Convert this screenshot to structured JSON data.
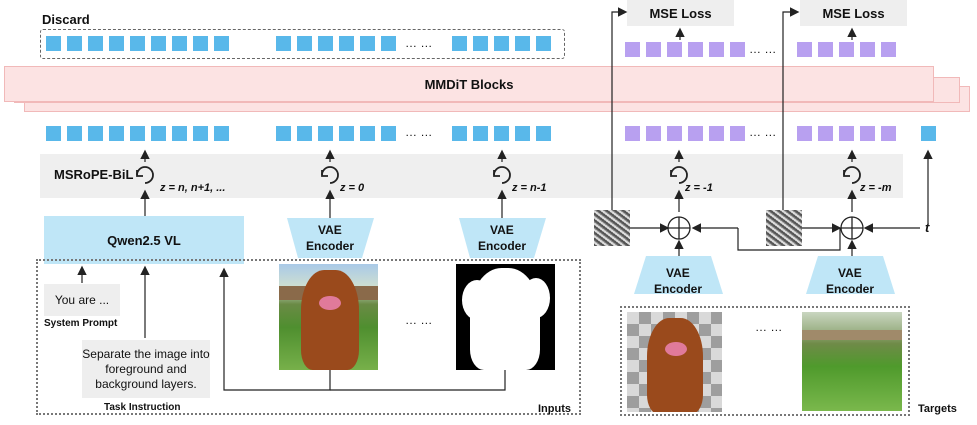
{
  "title_discard": "Discard",
  "mmdit_label": "MMDiT Blocks",
  "msrope_label": "MSRoPE-BiL",
  "mse_loss_1": "MSE Loss",
  "mse_loss_2": "MSE Loss",
  "ellipsis": "… …",
  "z_labels": [
    "z = n, n+1, ...",
    "z = 0",
    "z = n-1",
    "z = -1",
    "z = -m"
  ],
  "qwen_label": "Qwen2.5 VL",
  "vae_label_line1": "VAE",
  "vae_label_line2": "Encoder",
  "system_prompt_text": "You are ...",
  "system_prompt_caption": "System Prompt",
  "task_text": "Separate the image into foreground and background layers.",
  "task_caption": "Task Instruction",
  "inputs_caption": "Inputs",
  "targets_caption": "Targets",
  "t_label": "t",
  "colors": {
    "token_blue": "#59b8ea",
    "token_purple": "#b8a0f0",
    "mmdit_fill": "#fce3e3",
    "encoder_fill": "#bfe6f7",
    "msrope_fill": "#efefef"
  },
  "icons": [
    "refresh-icon",
    "plus-circle-icon",
    "noise-icon",
    "dog-photo",
    "mask-image",
    "dog-cutout",
    "background-photo"
  ]
}
